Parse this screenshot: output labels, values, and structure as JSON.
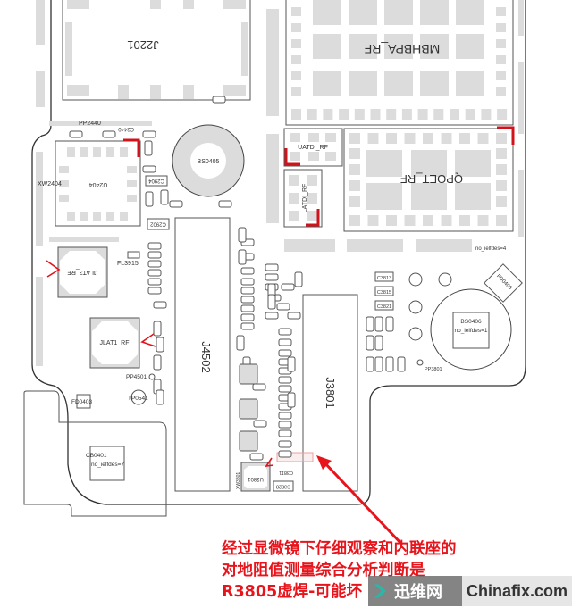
{
  "board": {
    "connectors": {
      "j2201": "J2201",
      "j4502": "J4502",
      "j3801": "J3801"
    },
    "modules": {
      "mbhbpa": "MBHBPA_RF",
      "qpoet": "QPOET_RF",
      "uatdi": "UATDI_RF",
      "latdi": "LATDI_RF",
      "u2404": "U2404",
      "jlat3": "JLAT3_RF",
      "jlat1": "JLAT1_RF",
      "u3801": "U3801"
    },
    "shields": {
      "bs0405": "BS0405",
      "bs0406": "BS0406",
      "bs0406_note": "no_ielfdes=1",
      "cb0401": "CB0401",
      "cb0401_note": "no_ielfdes=7",
      "no_ielfdes4": "no_ielfdes=4"
    },
    "labels": {
      "pp2440": "PP2440",
      "c2440": "C2440",
      "xw2404": "XW2404",
      "fl3915": "FL3915",
      "pp4501": "PP4501",
      "tp0541": "TP0541",
      "fd0403": "FD0403",
      "fd0408": "FD0408",
      "c3813": "C3813",
      "c3815": "C3815",
      "c3821": "C3821",
      "c3828": "C3828",
      "c3811": "C3811",
      "pp3801": "PP3801",
      "c2904": "C2904",
      "c2902": "C2902",
      "xw3801": "XW3801"
    },
    "colors": {
      "marker": "#d0121b",
      "outline": "#555555",
      "pad": "#dcdcdc"
    }
  },
  "annotation": {
    "lines": [
      "经过显微镜下仔细观察和内联座的",
      "对地阻值测量综合分析判断是",
      "R3805虚焊-可能坏"
    ]
  },
  "watermark": {
    "cn": "迅维网",
    "en": "Chinafix.com"
  }
}
